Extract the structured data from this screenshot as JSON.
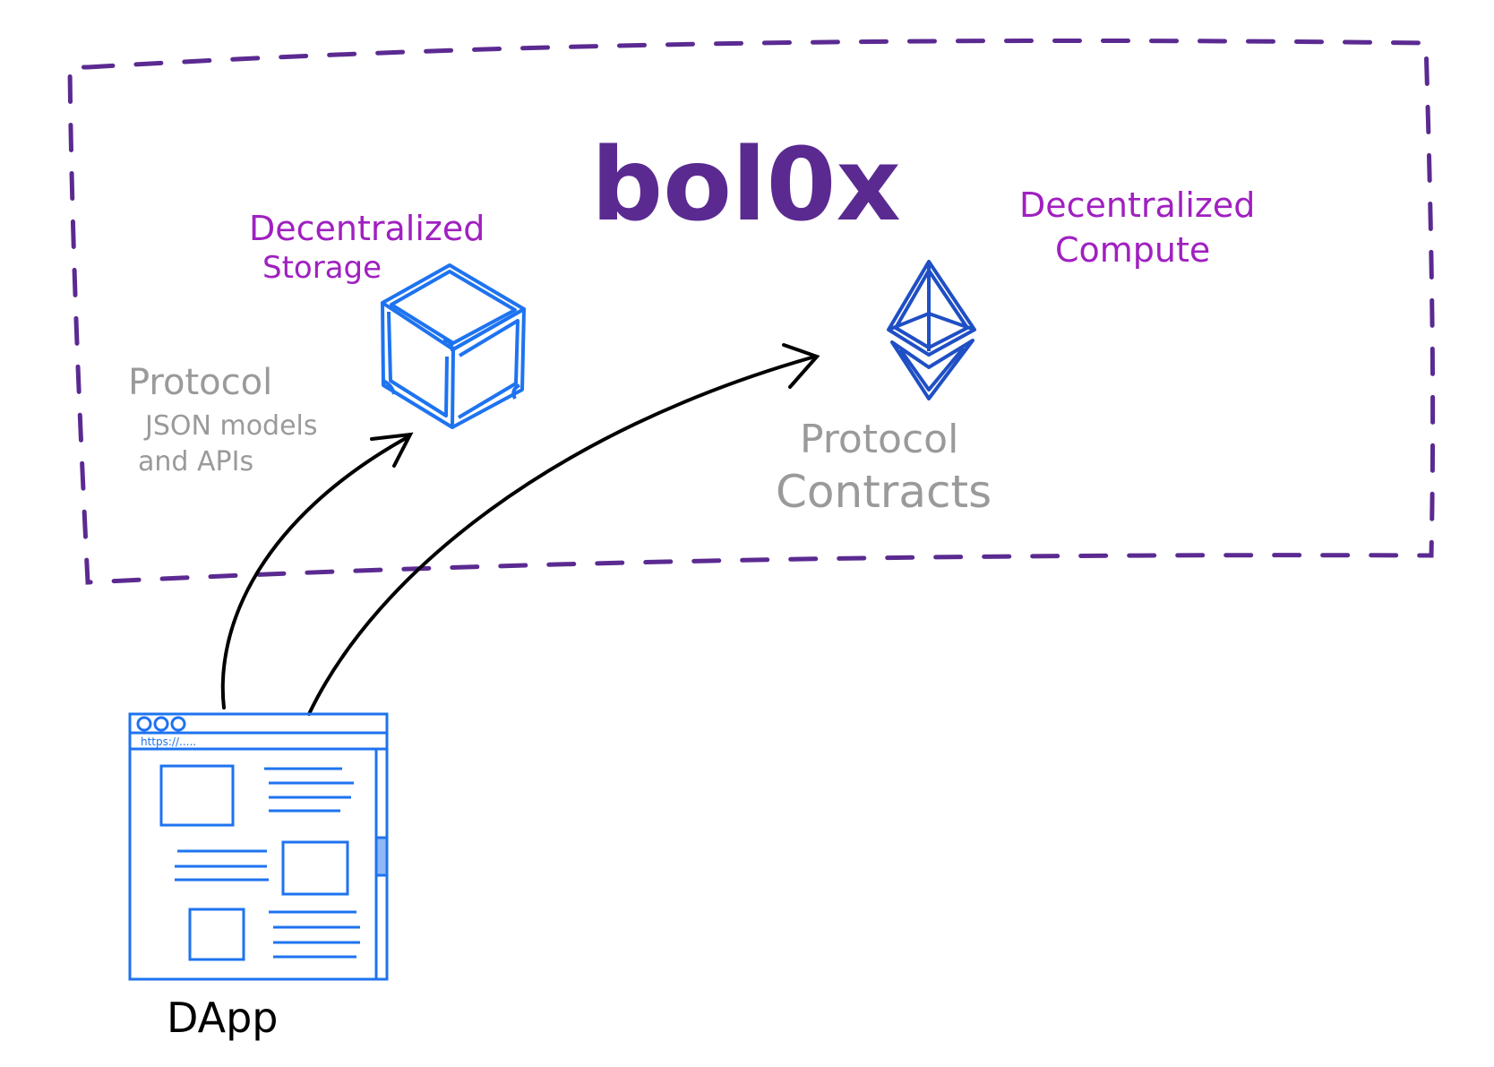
{
  "title": "bol0x",
  "storage": {
    "label_line1": "Decentralized",
    "label_line2": "Storage",
    "desc_line1": "Protocol",
    "desc_line2": "JSON models",
    "desc_line3": "and APIs",
    "icon": "cube-icon"
  },
  "compute": {
    "label_line1": "Decentralized",
    "label_line2": "Compute",
    "desc_line1": "Protocol",
    "desc_line2": "Contracts",
    "icon": "ethereum-icon"
  },
  "dapp": {
    "label": "DApp",
    "url": "https://.....",
    "icon": "browser-window-icon"
  },
  "colors": {
    "boundary": "#5b2a91",
    "title": "#5b2a91",
    "section_label": "#a020c0",
    "description": "#9a9a9a",
    "cube": "#1e73f0",
    "ethereum": "#1f4fc4",
    "browser": "#1e73f0",
    "arrow": "#000000"
  }
}
